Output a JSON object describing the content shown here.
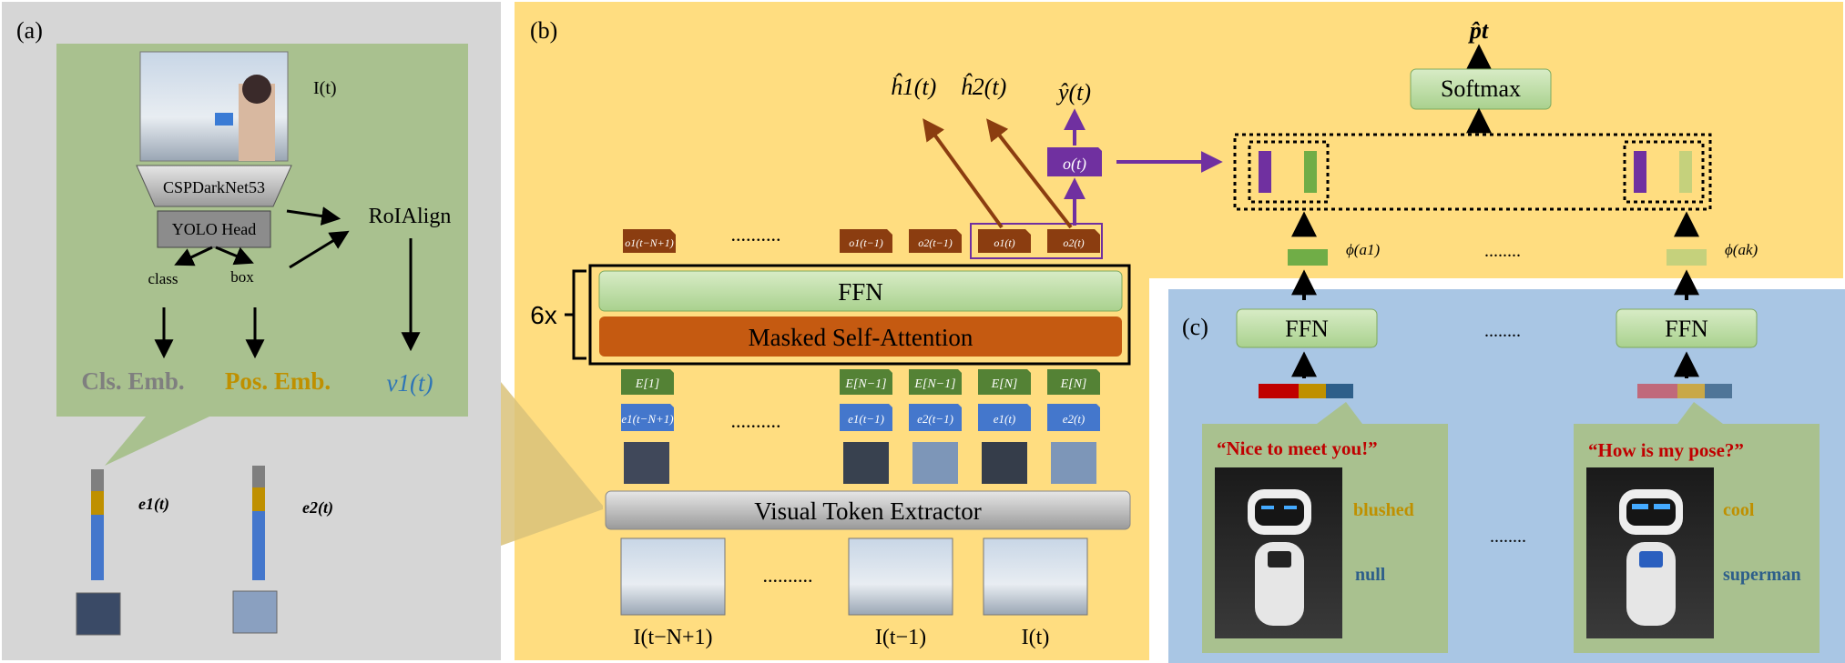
{
  "panel_a": {
    "label": "(a)",
    "frame_label": "I(t)",
    "backbone": "CSPDarkNet53",
    "head": "YOLO Head",
    "roi": "RoIAlign",
    "class_label": "class",
    "box_label": "box",
    "cls_emb": "Cls. Emb.",
    "pos_emb": "Pos. Emb.",
    "v_label": "v1(t)",
    "e1_label": "e1(t)",
    "e2_label": "e2(t)"
  },
  "panel_b": {
    "label": "(b)",
    "repeat": "6x",
    "ffn": "FFN",
    "attention": "Masked Self-Attention",
    "extractor": "Visual Token Extractor",
    "dots": "..........",
    "h1": "ĥ1(t)",
    "h2": "ĥ2(t)",
    "y": "ŷ(t)",
    "o": "o(t)",
    "outputs": [
      "o1(t−N+1)",
      "o1(t−1)",
      "o2(t−1)",
      "o1(t)",
      "o2(t)"
    ],
    "pos_embs": [
      "E[1]",
      "E[N−1]",
      "E[N−1]",
      "E[N]",
      "E[N]"
    ],
    "tokens": [
      "e1(t−N+1)",
      "e1(t−1)",
      "e2(t−1)",
      "e1(t)",
      "e2(t)"
    ],
    "frames": [
      "I(t−N+1)",
      "I(t−1)",
      "I(t)"
    ],
    "softmax": "Softmax",
    "p": "p̂t",
    "phi1": "ϕ(a1)",
    "phik": "ϕ(ak)"
  },
  "panel_c": {
    "label": "(c)",
    "ffn": "FFN",
    "dots": "........",
    "quote1": "“Nice to meet you!”",
    "quote2": "“How is my pose?”",
    "expr1": "blushed",
    "pose1": "null",
    "expr2": "cool",
    "pose2": "superman"
  },
  "colors": {
    "panel_a_bg": "#d6d6d6",
    "panel_a_inner": "#a9c18f",
    "panel_b_bg": "#ffdd80",
    "panel_c_bg": "#a9c6e4",
    "token_blue": "#4477cc",
    "emb_green": "#548235",
    "out_brown": "#8b3d10",
    "purple": "#7030a0",
    "attention": "#c55a11",
    "ffn_fill": "#a9d18e",
    "cls_gray": "#7f7f7f",
    "pos_gold": "#bf9000",
    "quote_red": "#c00000"
  }
}
